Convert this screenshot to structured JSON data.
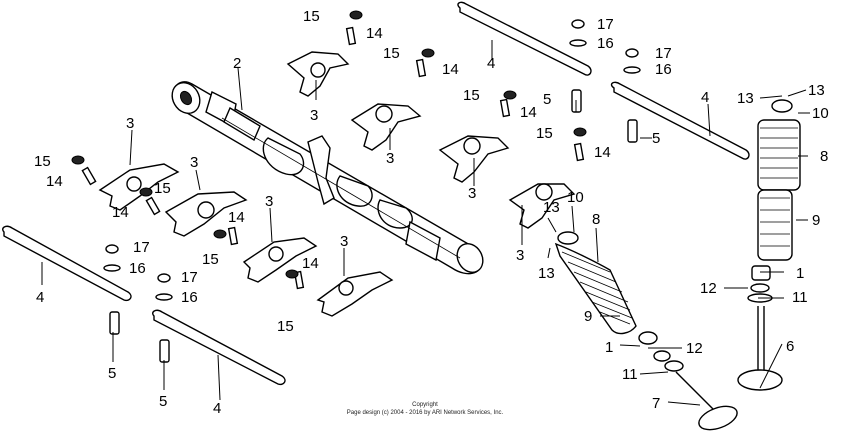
{
  "copyright": {
    "line1": "Copyright",
    "line2": "Page design (c) 2004 - 2016 by ARI Network Services, Inc."
  },
  "callouts": [
    "1",
    "2",
    "3",
    "4",
    "5",
    "6",
    "7",
    "8",
    "9",
    "10",
    "11",
    "12",
    "13",
    "14",
    "15",
    "16",
    "17"
  ]
}
